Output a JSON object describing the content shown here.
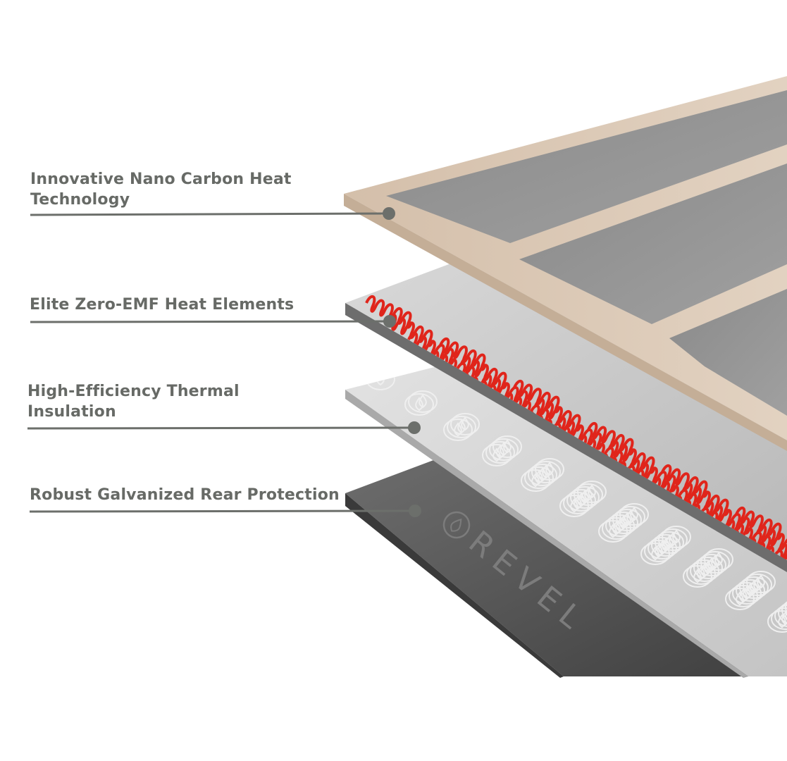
{
  "callouts": [
    {
      "line1": "Innovative Nano Carbon Heat",
      "line2": "Technology"
    },
    {
      "line1": "Elite Zero-EMF Heat Elements"
    },
    {
      "line1": "High-Efficiency Thermal",
      "line2": "Insulation"
    },
    {
      "line1": "Robust Galvanized Rear Protection"
    }
  ],
  "brand": {
    "logo_text": "REVEL"
  },
  "colors": {
    "label_text": "#676a66",
    "leader_line": "#6c6f6b",
    "frame_wood": "#d9c7b4",
    "carbon_panel": "#8e8e8e",
    "heat_element": "#e0251b",
    "insulation": "#d4d4d4",
    "rear_plate": "#5a5a5a"
  }
}
